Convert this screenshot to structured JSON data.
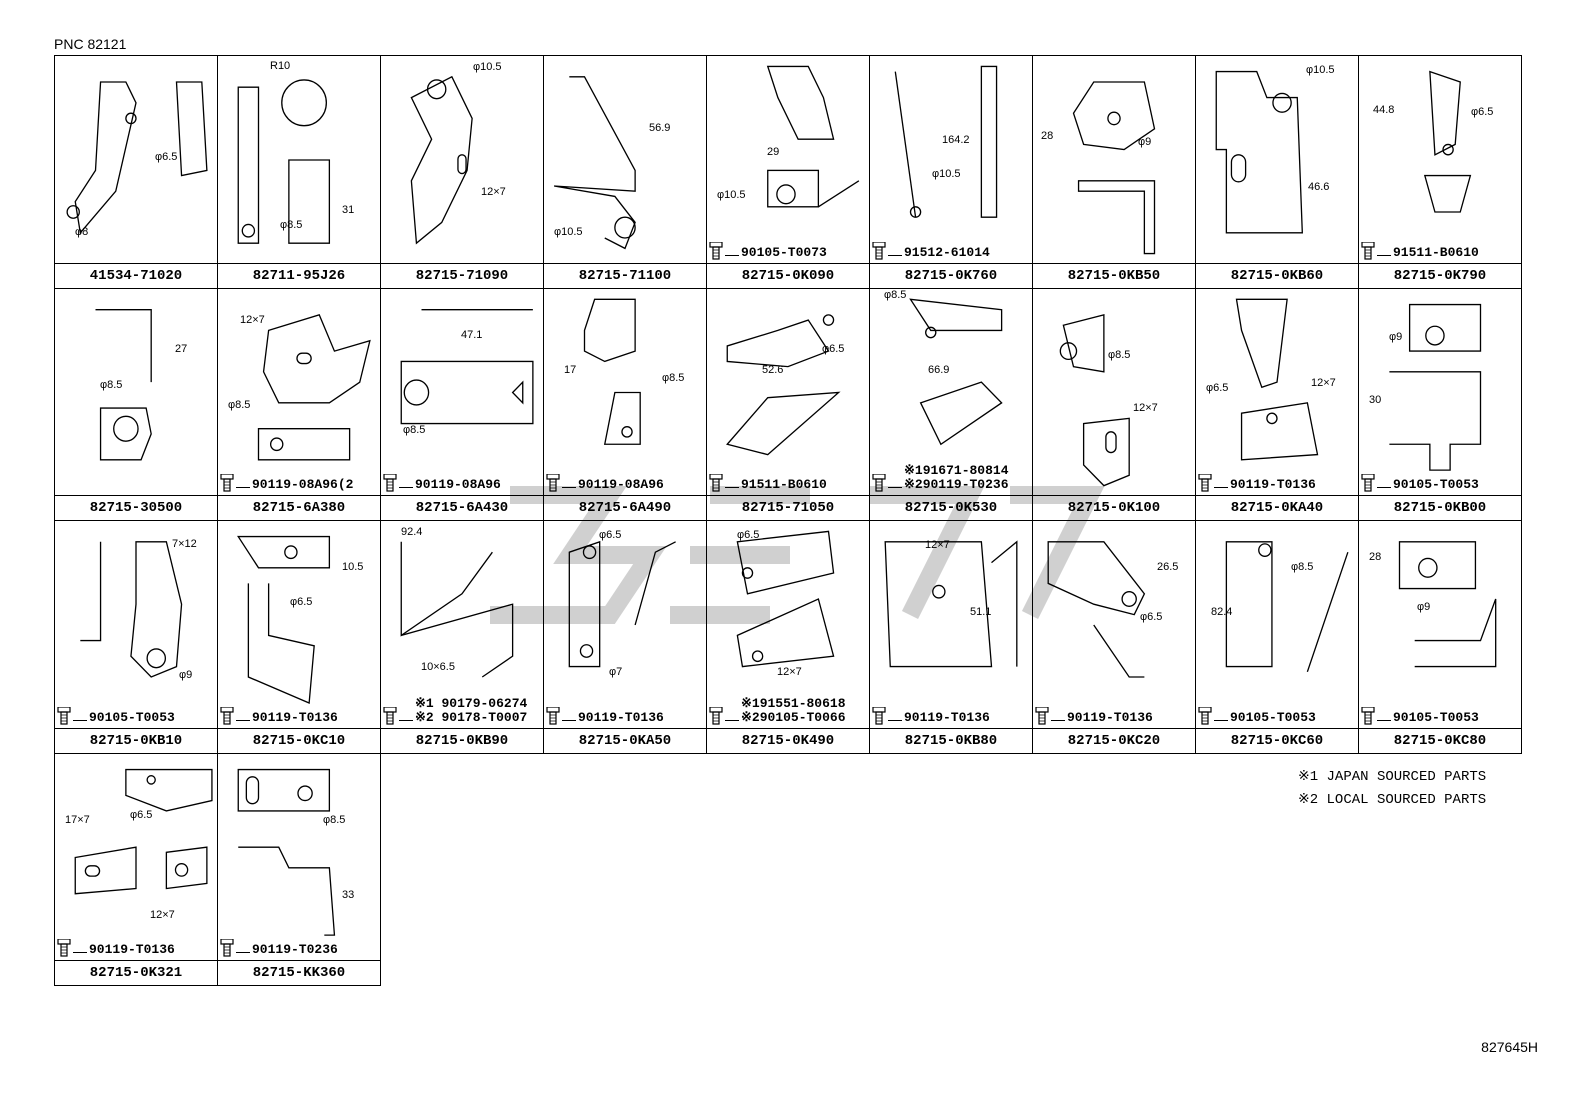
{
  "pnc": "PNC 82121",
  "parts": [
    {
      "part": "41534-71020",
      "dims": [
        "φ6.5",
        "φ8"
      ],
      "fasteners": []
    },
    {
      "part": "82711-95J26",
      "dims": [
        "R10",
        "φ8.5",
        "31"
      ],
      "fasteners": []
    },
    {
      "part": "82715-71090",
      "dims": [
        "φ10.5",
        "12×7"
      ],
      "fasteners": []
    },
    {
      "part": "82715-71100",
      "dims": [
        "56.9",
        "φ10.5"
      ],
      "fasteners": []
    },
    {
      "part": "82715-0K090",
      "dims": [
        "29",
        "φ10.5"
      ],
      "fasteners": [
        "90105-T0073"
      ]
    },
    {
      "part": "82715-0K760",
      "dims": [
        "164.2",
        "φ10.5"
      ],
      "fasteners": [
        "91512-61014"
      ]
    },
    {
      "part": "82715-0KB50",
      "dims": [
        "28",
        "φ9"
      ],
      "fasteners": []
    },
    {
      "part": "82715-0KB60",
      "dims": [
        "φ10.5",
        "46.6"
      ],
      "fasteners": []
    },
    {
      "part": "82715-0K790",
      "dims": [
        "44.8",
        "φ6.5"
      ],
      "fasteners": [
        "91511-B0610"
      ]
    },
    {
      "part": "82715-30500",
      "dims": [
        "27",
        "φ8.5"
      ],
      "fasteners": []
    },
    {
      "part": "82715-6A380",
      "dims": [
        "12×7",
        "φ8.5"
      ],
      "fasteners": [
        "90119-08A96(2"
      ]
    },
    {
      "part": "82715-6A430",
      "dims": [
        "47.1",
        "φ8.5"
      ],
      "fasteners": [
        "90119-08A96"
      ]
    },
    {
      "part": "82715-6A490",
      "dims": [
        "17",
        "φ8.5"
      ],
      "fasteners": [
        "90119-08A96"
      ]
    },
    {
      "part": "82715-71050",
      "dims": [
        "φ6.5",
        "52.6"
      ],
      "fasteners": [
        "91511-B0610"
      ]
    },
    {
      "part": "82715-0K530",
      "dims": [
        "φ8.5",
        "66.9"
      ],
      "fasteners": [
        "※191671-80814",
        "※290119-T0236"
      ]
    },
    {
      "part": "82715-0K100",
      "dims": [
        "φ8.5",
        "12×7"
      ],
      "fasteners": []
    },
    {
      "part": "82715-0KA40",
      "dims": [
        "φ6.5",
        "12×7"
      ],
      "fasteners": [
        "90119-T0136"
      ]
    },
    {
      "part": "82715-0KB00",
      "dims": [
        "φ9",
        "30"
      ],
      "fasteners": [
        "90105-T0053"
      ]
    },
    {
      "part": "82715-0KB10",
      "dims": [
        "7×12",
        "φ9"
      ],
      "fasteners": [
        "90105-T0053"
      ]
    },
    {
      "part": "82715-0KC10",
      "dims": [
        "10.5",
        "φ6.5"
      ],
      "fasteners": [
        "90119-T0136"
      ]
    },
    {
      "part": "82715-0KB90",
      "dims": [
        "92.4",
        "10×6.5"
      ],
      "fasteners": [
        "※1 90179-06274",
        "※2 90178-T0007"
      ]
    },
    {
      "part": "82715-0KA50",
      "dims": [
        "φ6.5",
        "φ7"
      ],
      "fasteners": [
        "90119-T0136"
      ]
    },
    {
      "part": "82715-0K490",
      "dims": [
        "φ6.5",
        "12×7"
      ],
      "fasteners": [
        "※191551-80618",
        "※290105-T0066"
      ]
    },
    {
      "part": "82715-0KB80",
      "dims": [
        "12×7",
        "51.1"
      ],
      "fasteners": [
        "90119-T0136"
      ]
    },
    {
      "part": "82715-0KC20",
      "dims": [
        "26.5",
        "φ6.5"
      ],
      "fasteners": [
        "90119-T0136"
      ]
    },
    {
      "part": "82715-0KC60",
      "dims": [
        "φ8.5",
        "82.4"
      ],
      "fasteners": [
        "90105-T0053"
      ]
    },
    {
      "part": "82715-0KC80",
      "dims": [
        "28",
        "φ9"
      ],
      "fasteners": [
        "90105-T0053"
      ]
    },
    {
      "part": "82715-0K321",
      "dims": [
        "17×7",
        "φ6.5",
        "12×7"
      ],
      "fasteners": [
        "90119-T0136"
      ]
    },
    {
      "part": "82715-KK360",
      "dims": [
        "φ8.5",
        "33"
      ],
      "fasteners": [
        "90119-T0236"
      ]
    }
  ],
  "notes": [
    "※1 JAPAN SOURCED PARTS",
    "※2 LOCAL SOURCED PARTS"
  ],
  "illustration_code": "827645H"
}
